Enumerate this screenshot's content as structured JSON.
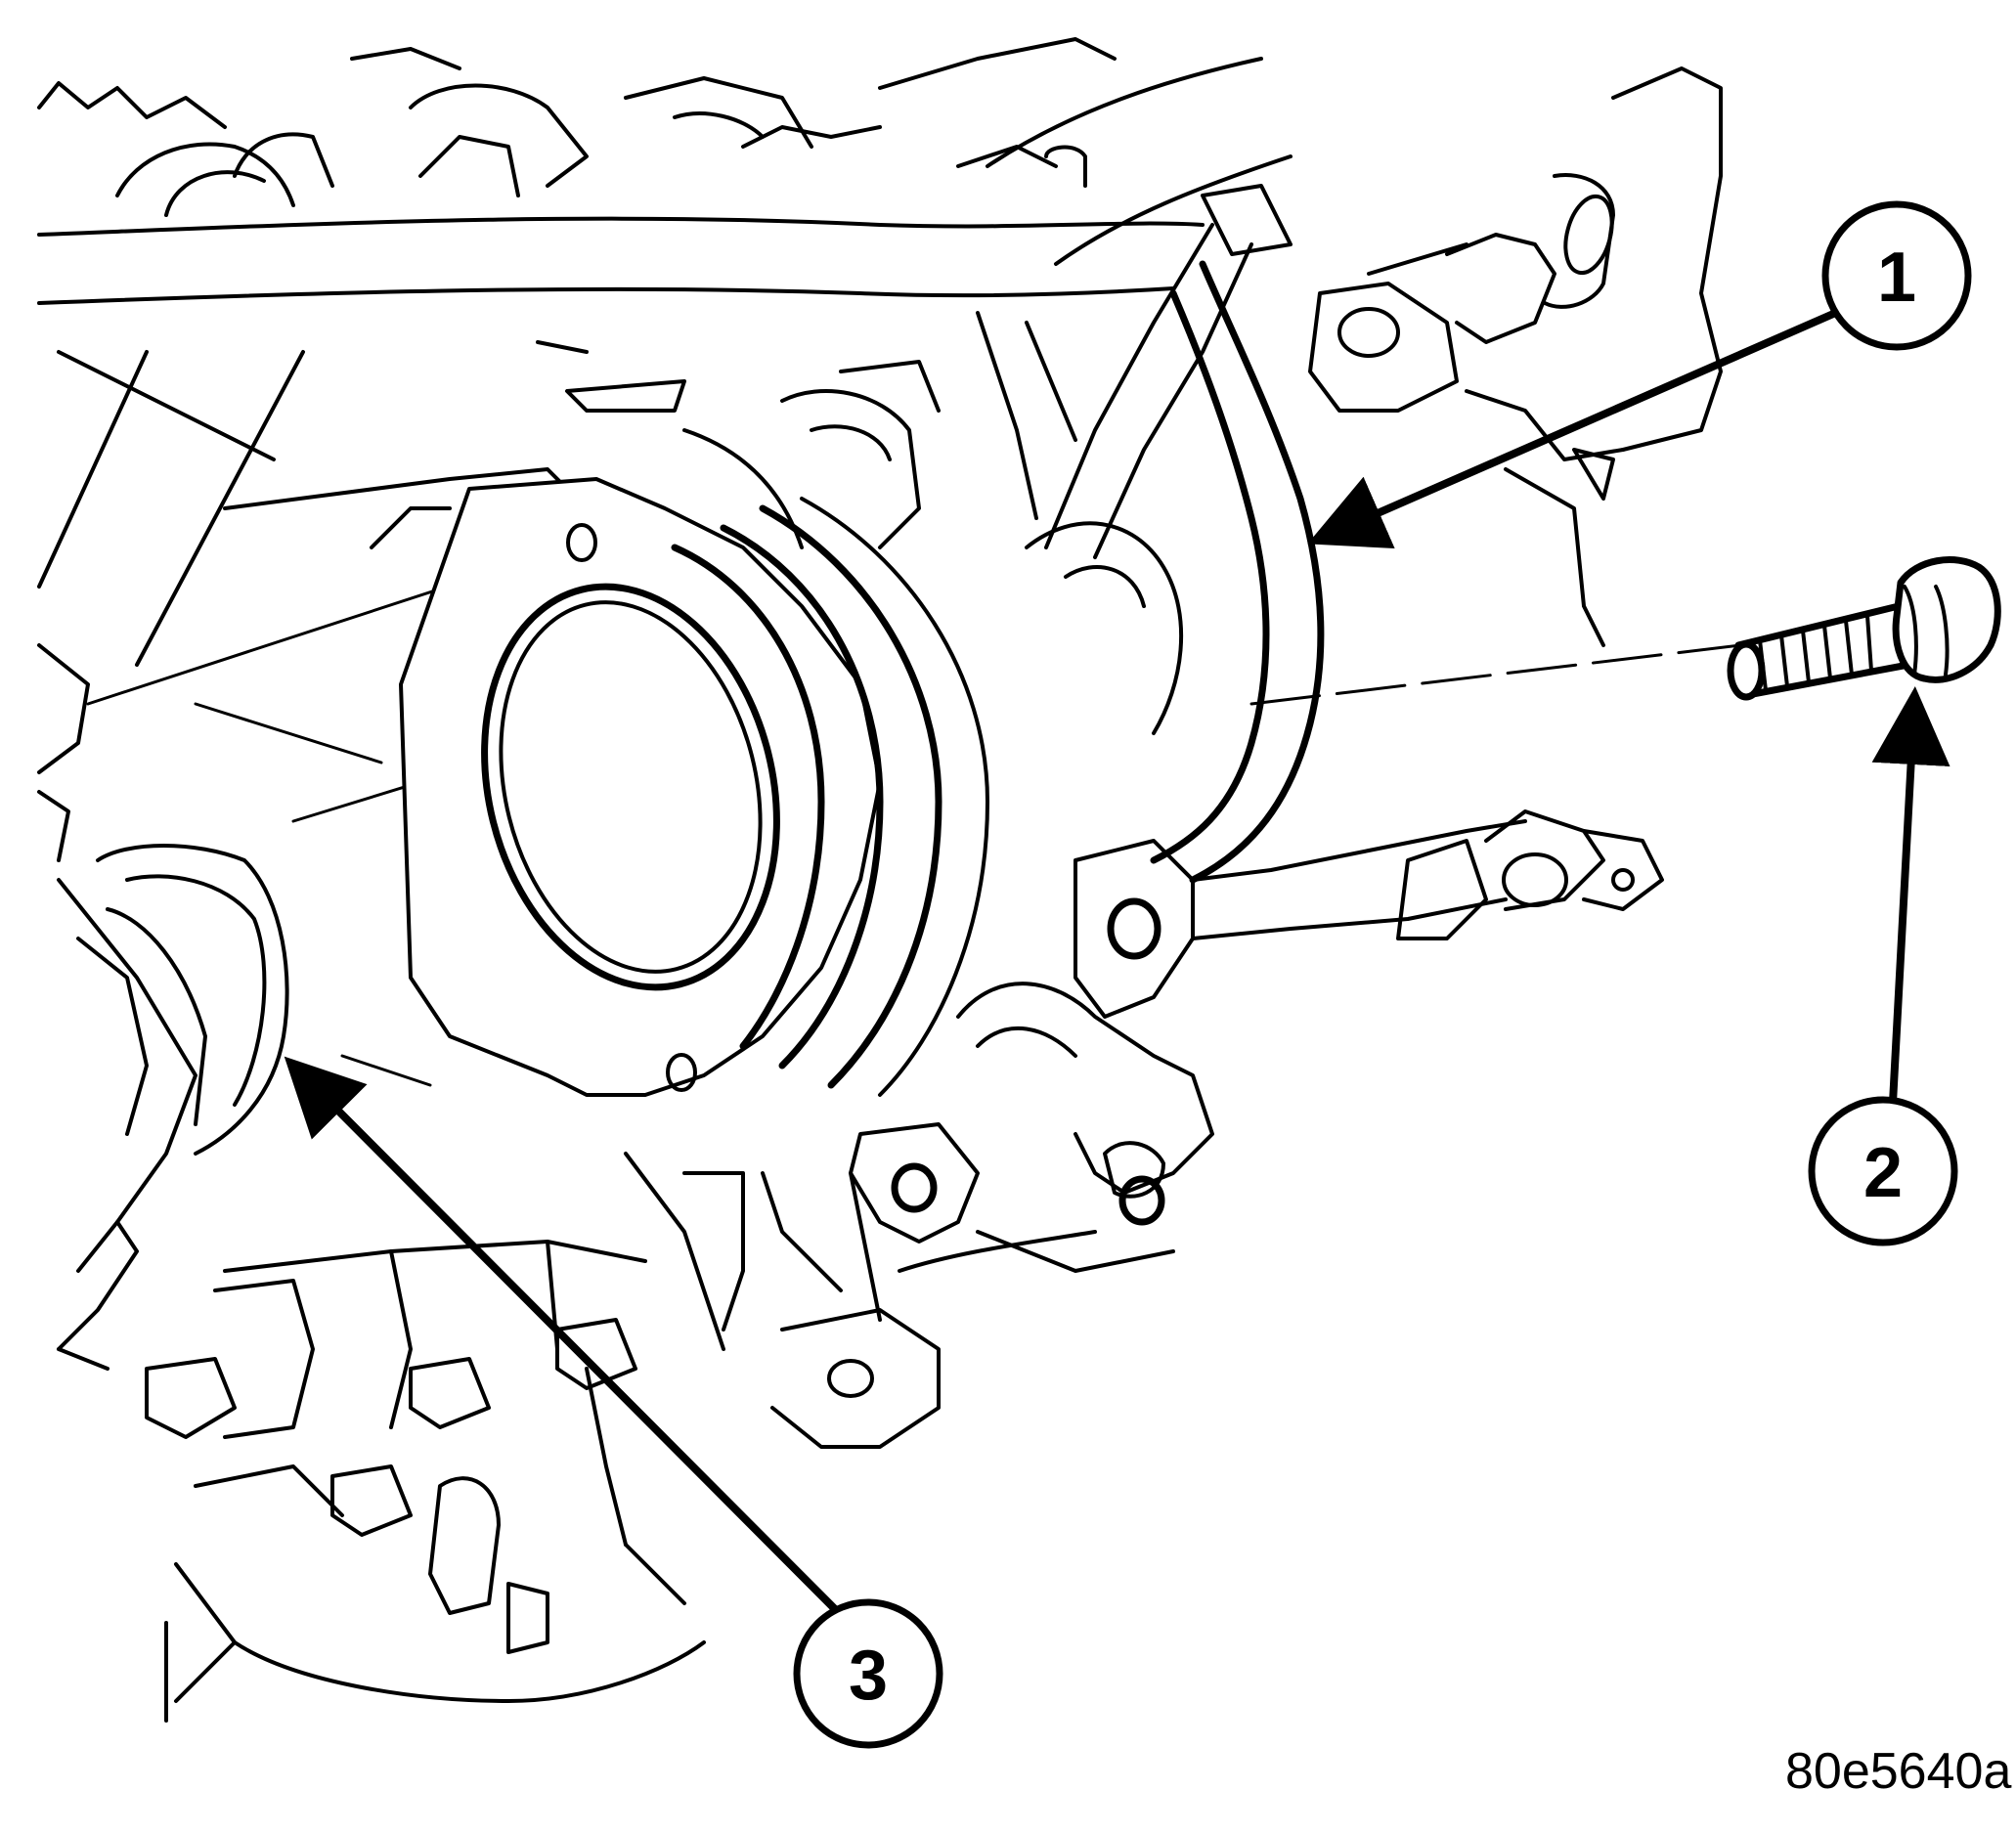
{
  "callouts": [
    {
      "id": "1",
      "label": "1"
    },
    {
      "id": "2",
      "label": "2"
    },
    {
      "id": "3",
      "label": "3"
    }
  ],
  "figure_id": "80e5640a",
  "colors": {
    "ink": "#000000",
    "paper": "#ffffff"
  }
}
